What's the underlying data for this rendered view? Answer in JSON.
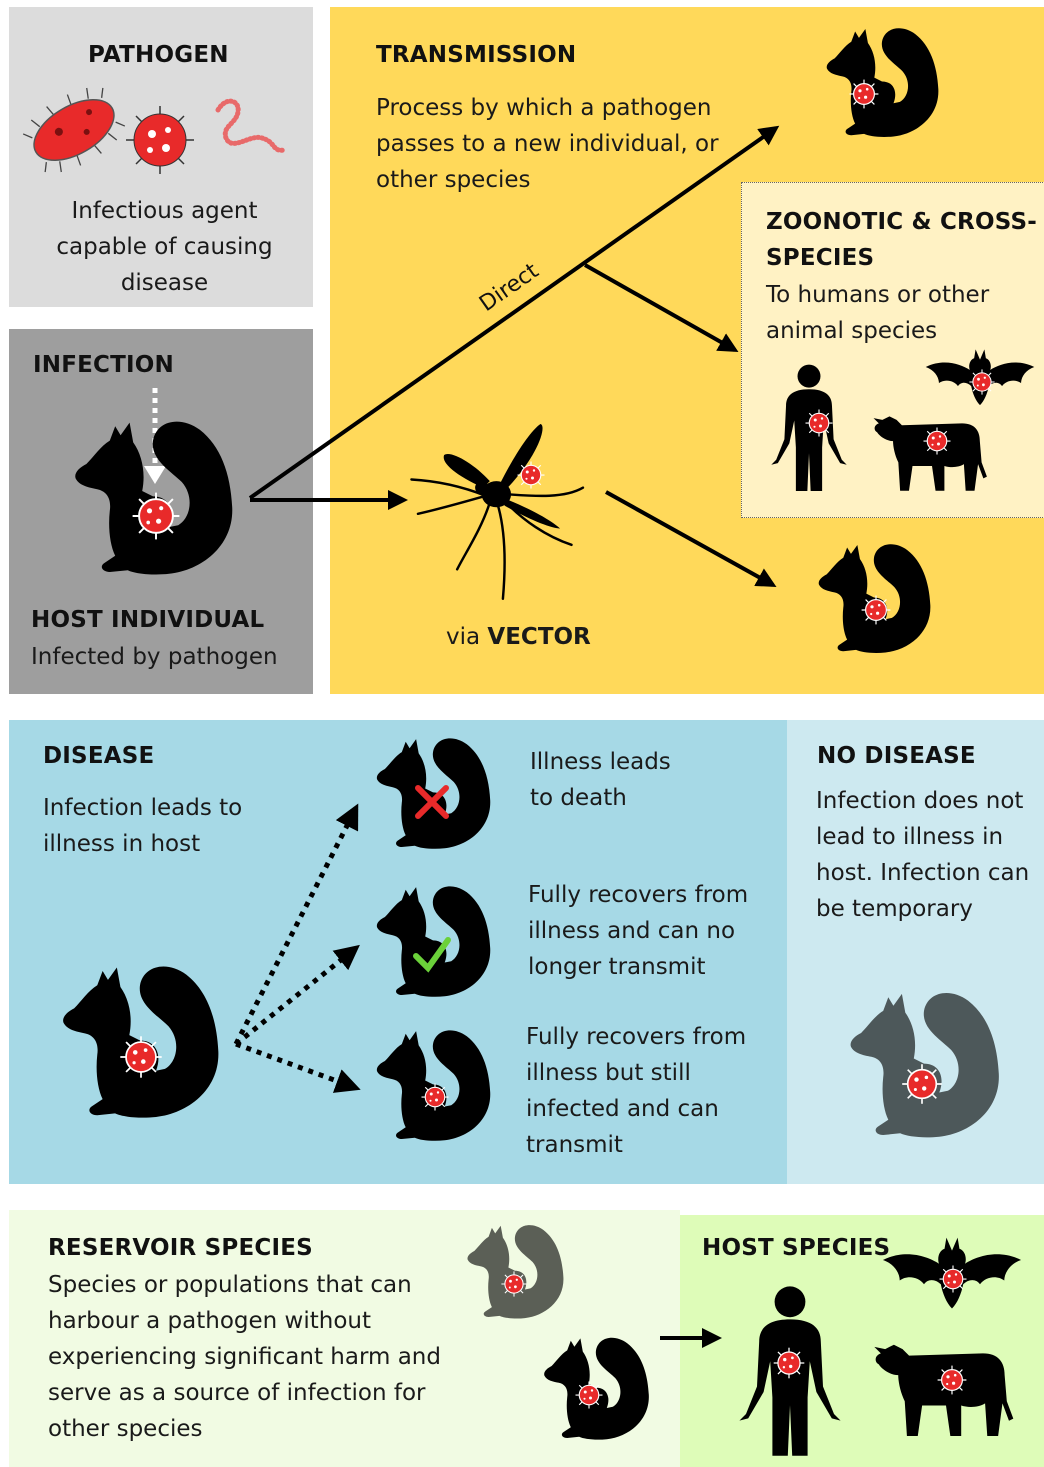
{
  "colors": {
    "pathogen_bg": "#dcdcdc",
    "infection_bg": "#9e9e9e",
    "transmission_bg": "#ffd95a",
    "zoonotic_bg": "#fff2c4",
    "disease_bg": "#a6d9e6",
    "no_disease_bg": "#cde9f0",
    "reservoir_bg": "#f1fbe3",
    "host_species_bg": "#defcb8",
    "pathogen_red": "#e82a2a",
    "silhouette": "#000000",
    "faded_silhouette": "#5a5a5a"
  },
  "pathogen": {
    "title": "PATHOGEN",
    "description": "Infectious agent capable of causing disease",
    "icons": [
      "bacterium-icon",
      "virus-icon",
      "worm-icon"
    ]
  },
  "infection": {
    "title": "INFECTION",
    "host_title": "HOST INDIVIDUAL",
    "host_description": "Infected by pathogen"
  },
  "transmission": {
    "title": "TRANSMISSION",
    "description": "Process by which a pathogen passes to a new individual, or other species",
    "direct_label": "Direct",
    "vector_prefix": "via ",
    "vector_label": "VECTOR"
  },
  "zoonotic": {
    "title": "ZOONOTIC & CROSS-SPECIES",
    "description": "To humans or other animal species",
    "icons": [
      "human-icon",
      "bat-icon",
      "cow-icon"
    ]
  },
  "disease": {
    "title": "DISEASE",
    "description": "Infection leads to illness in host",
    "outcomes": [
      {
        "text": "Illness leads to death",
        "marker": "cross-icon"
      },
      {
        "text": "Fully recovers from illness and can no longer transmit",
        "marker": "check-icon"
      },
      {
        "text": "Fully recovers from illness but still infected and can transmit",
        "marker": "virus-icon"
      }
    ]
  },
  "no_disease": {
    "title": "NO DISEASE",
    "description": "Infection does not lead to illness in host. Infection can be temporary"
  },
  "reservoir": {
    "title": "RESERVOIR SPECIES",
    "description": "Species or populations that can harbour a pathogen without experiencing significant harm and serve as a source of infection for other species"
  },
  "host_species": {
    "title": "HOST SPECIES",
    "icons": [
      "bat-icon",
      "human-icon",
      "cow-icon"
    ]
  }
}
